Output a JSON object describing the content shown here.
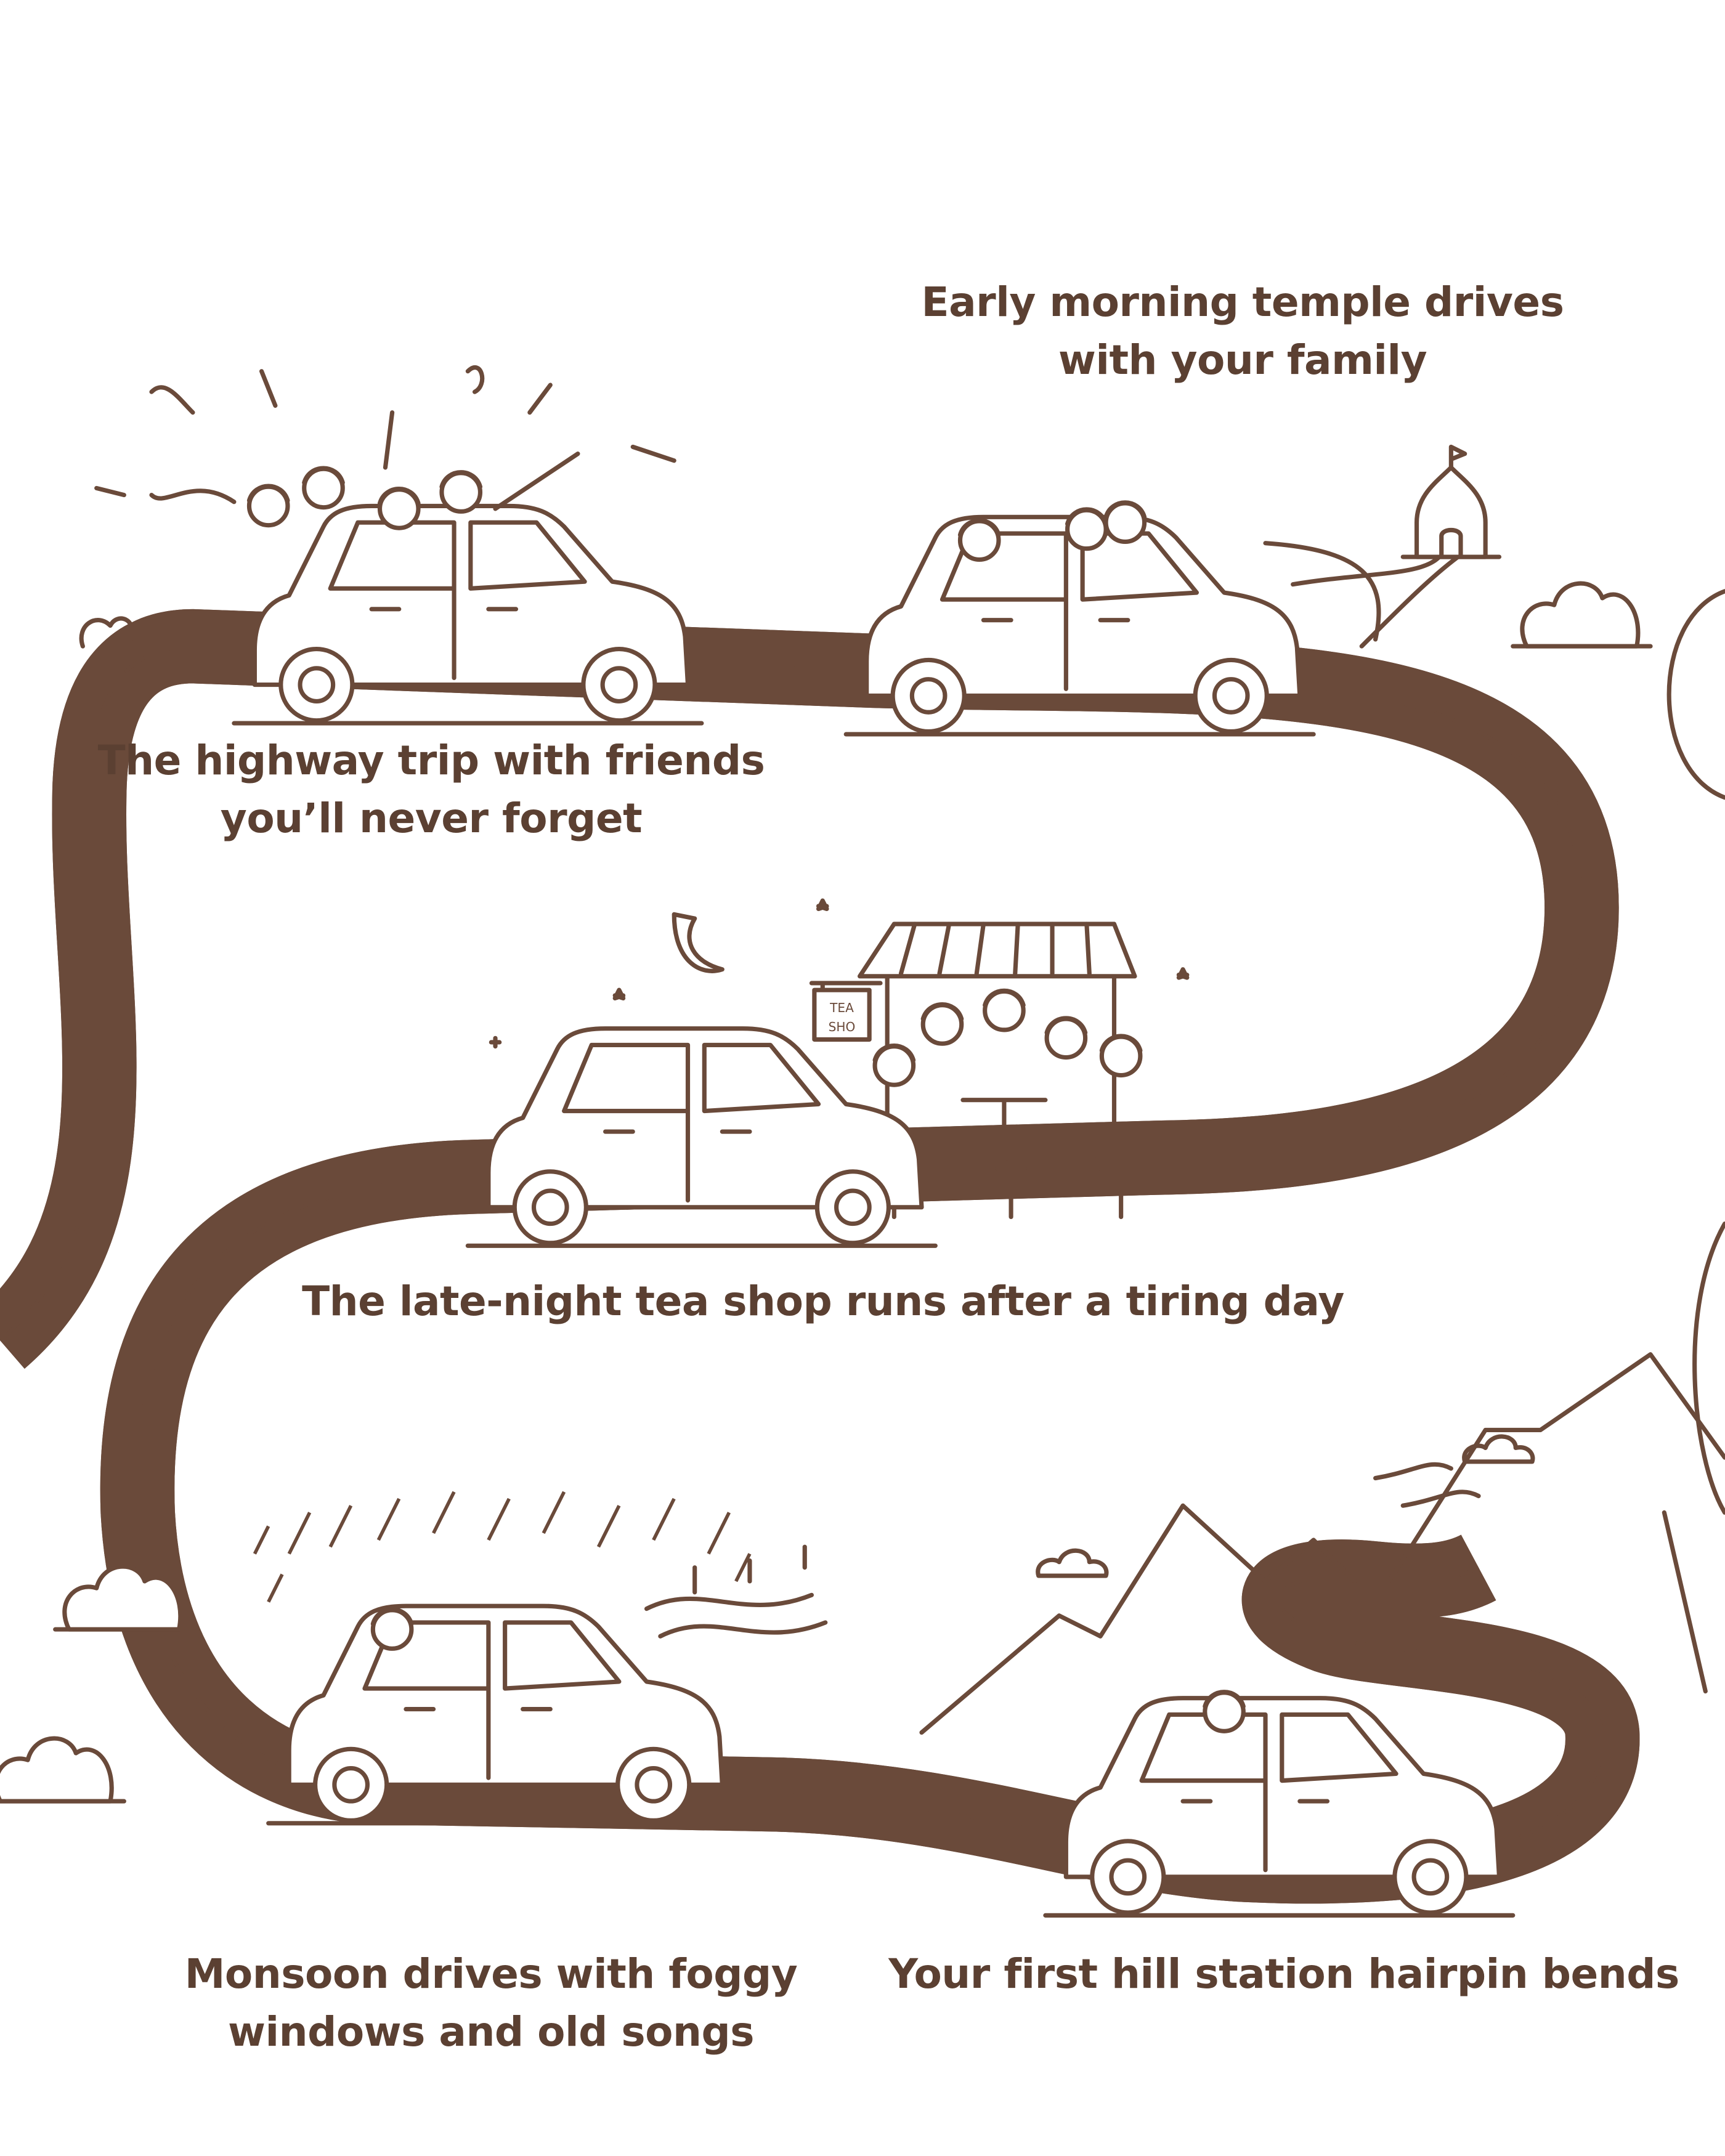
{
  "colors": {
    "line": "#6a4a3a",
    "text": "#5b4032",
    "background": "#ffffff"
  },
  "captions": {
    "temple": [
      "Early morning temple drives",
      "with your family"
    ],
    "highway": [
      "The highway trip with friends",
      "you’ll never forget"
    ],
    "tea_shop": [
      "The late-night tea shop runs after a tiring day"
    ],
    "monsoon": [
      "Monsoon drives with foggy",
      "windows and old songs"
    ],
    "hill": [
      "Your first hill station hairpin bends"
    ]
  },
  "tea_shop_sign": "TEA SHO"
}
